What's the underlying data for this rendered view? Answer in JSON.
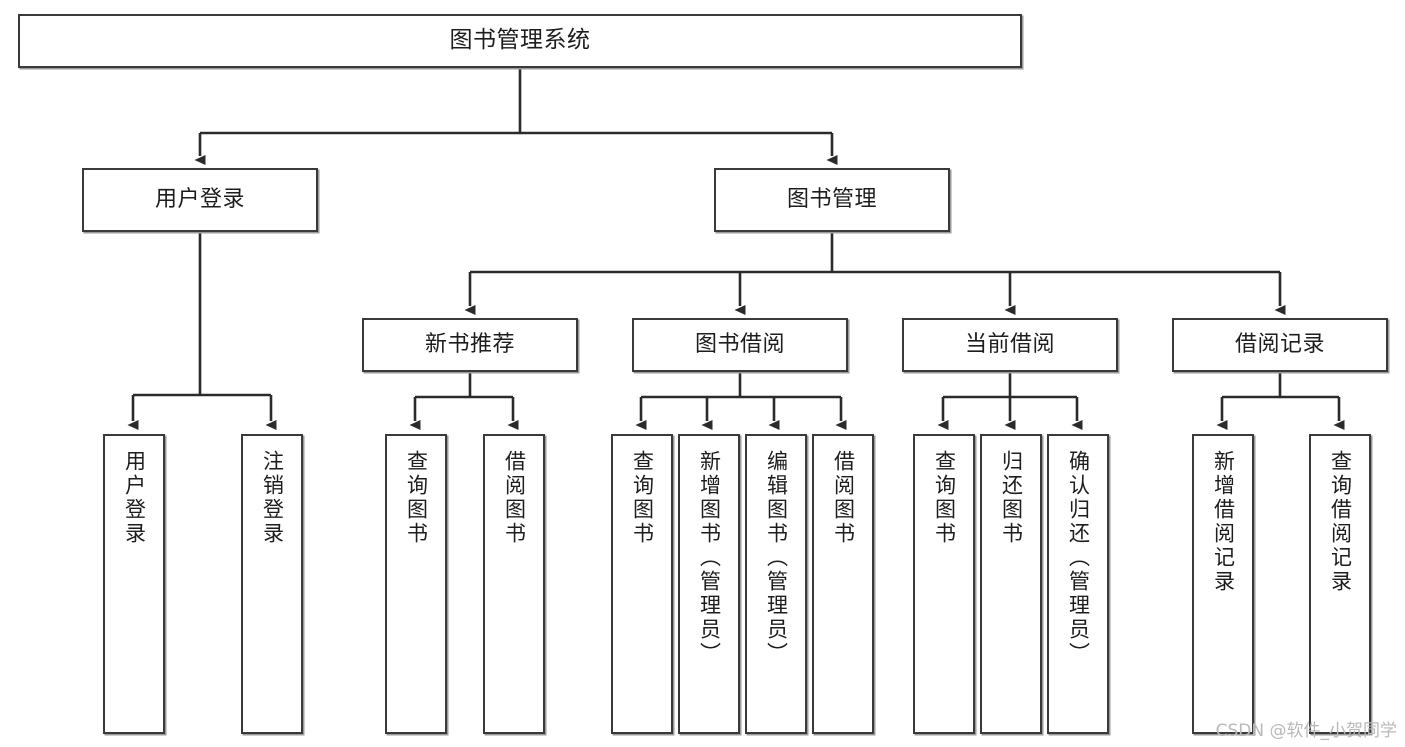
{
  "diagram": {
    "title": "图书管理系统",
    "type": "tree-hierarchy",
    "watermark": "CSDN @软件_小贺同学",
    "colors": {
      "node_border": "#3a3a3a",
      "node_fill": "#ffffff",
      "edge": "#2b2b2b",
      "text": "#1d1d1d",
      "watermark": "#b9b9b9"
    },
    "levels": [
      {
        "level": 1,
        "nodes": [
          {
            "id": "root",
            "label": "图书管理系统",
            "orientation": "horizontal"
          }
        ]
      },
      {
        "level": 2,
        "nodes": [
          {
            "id": "user-login",
            "label": "用户登录",
            "orientation": "horizontal"
          },
          {
            "id": "book-manage",
            "label": "图书管理",
            "orientation": "horizontal"
          }
        ]
      },
      {
        "level": 3,
        "nodes": [
          {
            "id": "new-book-rec",
            "label": "新书推荐",
            "orientation": "horizontal"
          },
          {
            "id": "book-borrow",
            "label": "图书借阅",
            "orientation": "horizontal"
          },
          {
            "id": "current-borrow",
            "label": "当前借阅",
            "orientation": "horizontal"
          },
          {
            "id": "borrow-record",
            "label": "借阅记录",
            "orientation": "horizontal"
          }
        ]
      },
      {
        "level": 4,
        "nodes": [
          {
            "id": "leaf-user-login",
            "label": "用户登录",
            "orientation": "vertical",
            "parent": "user-login"
          },
          {
            "id": "leaf-logout",
            "label": "注销登录",
            "orientation": "vertical",
            "parent": "user-login"
          },
          {
            "id": "leaf-query-book-1",
            "label": "查询图书",
            "orientation": "vertical",
            "parent": "new-book-rec"
          },
          {
            "id": "leaf-borrow-book-1",
            "label": "借阅图书",
            "orientation": "vertical",
            "parent": "new-book-rec"
          },
          {
            "id": "leaf-query-book-2",
            "label": "查询图书",
            "orientation": "vertical",
            "parent": "book-borrow"
          },
          {
            "id": "leaf-add-book",
            "label": "新增图书（管理员）",
            "orientation": "vertical",
            "parent": "book-borrow"
          },
          {
            "id": "leaf-edit-book",
            "label": "编辑图书（管理员）",
            "orientation": "vertical",
            "parent": "book-borrow"
          },
          {
            "id": "leaf-borrow-book-2",
            "label": "借阅图书",
            "orientation": "vertical",
            "parent": "book-borrow"
          },
          {
            "id": "leaf-query-book-3",
            "label": "查询图书",
            "orientation": "vertical",
            "parent": "current-borrow"
          },
          {
            "id": "leaf-return-book",
            "label": "归还图书",
            "orientation": "vertical",
            "parent": "current-borrow"
          },
          {
            "id": "leaf-confirm-return",
            "label": "确认归还（管理员）",
            "orientation": "vertical",
            "parent": "current-borrow"
          },
          {
            "id": "leaf-add-record",
            "label": "新增借阅记录",
            "orientation": "vertical",
            "parent": "borrow-record"
          },
          {
            "id": "leaf-query-record",
            "label": "查询借阅记录",
            "orientation": "vertical",
            "parent": "borrow-record"
          }
        ]
      }
    ]
  }
}
